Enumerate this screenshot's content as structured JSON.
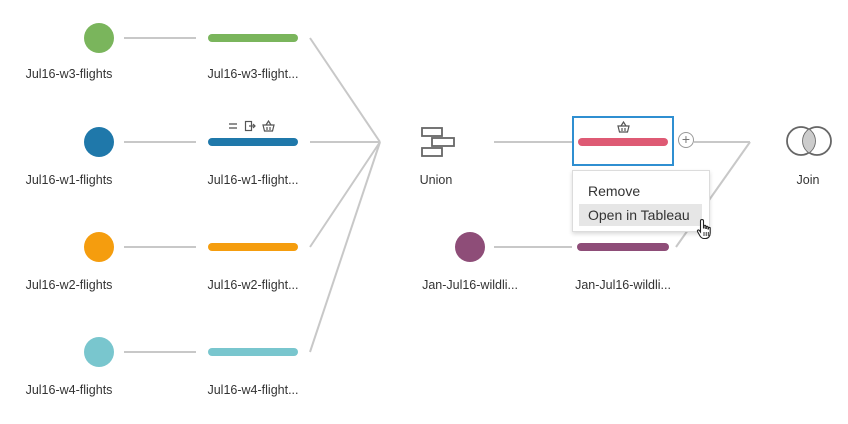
{
  "flow": {
    "inputs": [
      {
        "circle_label": "Jul16-w3-flights",
        "step_label": "Jul16-w3-flight...",
        "color": "#7ab55c"
      },
      {
        "circle_label": "Jul16-w1-flights",
        "step_label": "Jul16-w1-flight...",
        "color": "#1f78aa"
      },
      {
        "circle_label": "Jul16-w2-flights",
        "step_label": "Jul16-w2-flight...",
        "color": "#f59d0e"
      },
      {
        "circle_label": "Jul16-w4-flights",
        "step_label": "Jul16-w4-flight...",
        "color": "#79c6ce"
      }
    ],
    "union": {
      "label": "Union"
    },
    "union_output": {
      "color": "#de5a74"
    },
    "wildlife": {
      "circle_label": "Jan-Jul16-wildli...",
      "step_label": "Jan-Jul16-wildli...",
      "color": "#8e4d78"
    },
    "join": {
      "label": "Join"
    },
    "w1_step_icons": [
      "filter-icon",
      "rename-icon",
      "clean-icon"
    ],
    "selected_step_icon": "clean-icon",
    "accent": "#2f8fd1"
  },
  "context_menu": {
    "items": [
      "Remove",
      "Open in Tableau"
    ],
    "hovered_index": 1
  }
}
